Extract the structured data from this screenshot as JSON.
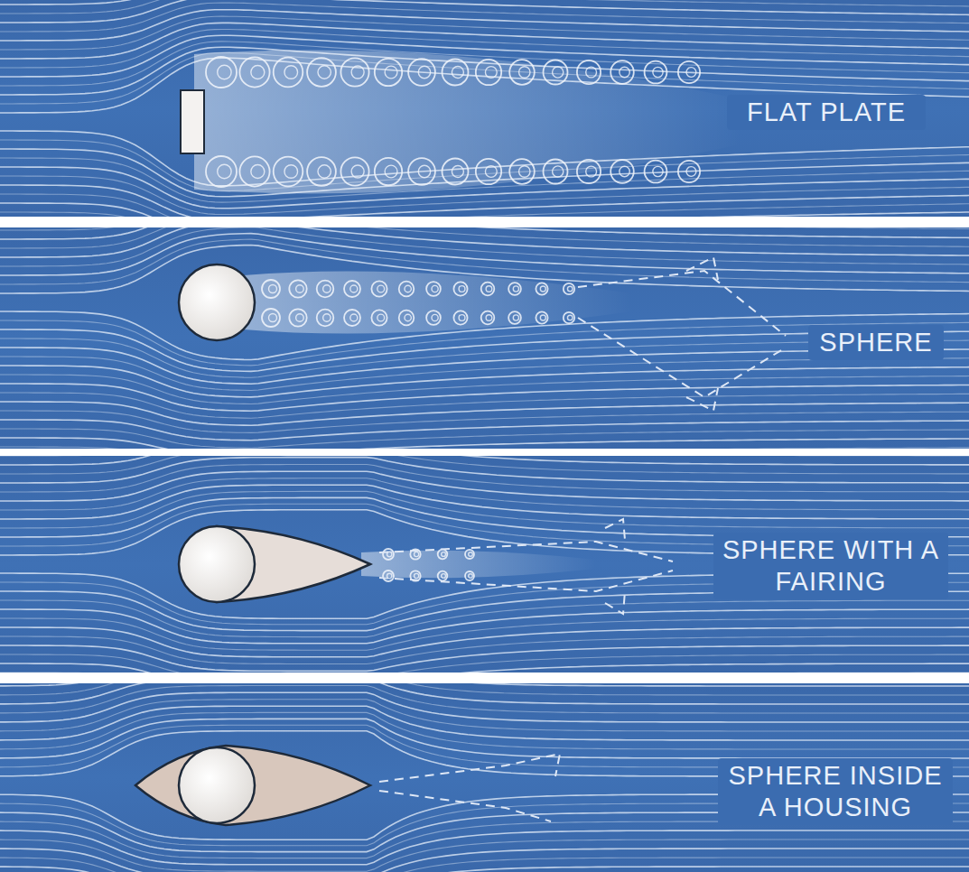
{
  "diagram": {
    "labels": [
      "FLAT PLATE",
      "SPHERE",
      "SPHERE WITH A FAIRING",
      "SPHERE INSIDE A HOUSING"
    ]
  }
}
